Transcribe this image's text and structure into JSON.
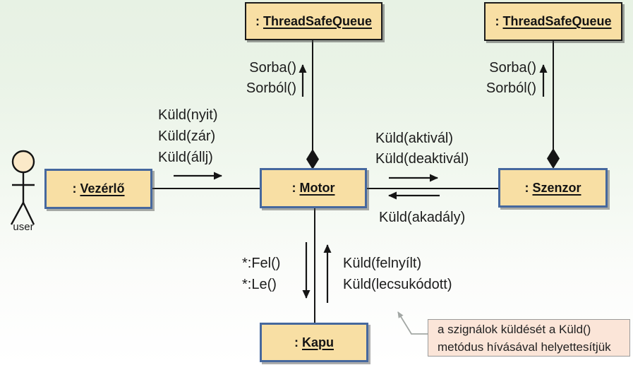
{
  "nodes": {
    "tsq1": {
      "prefix": ": ",
      "name": "ThreadSafeQueue"
    },
    "tsq2": {
      "prefix": ": ",
      "name": "ThreadSafeQueue"
    },
    "vezerlo": {
      "prefix": ": ",
      "name": "Vezérlő"
    },
    "motor": {
      "prefix": ": ",
      "name": "Motor"
    },
    "szenzor": {
      "prefix": ": ",
      "name": "Szenzor"
    },
    "kapu": {
      "prefix": ": ",
      "name": "Kapu"
    }
  },
  "actor": {
    "label": "user"
  },
  "messages": {
    "queue_left": {
      "line1": "Sorba()",
      "line2": "Sorból()"
    },
    "queue_right": {
      "line1": "Sorba()",
      "line2": "Sorból()"
    },
    "vezerlo_to_motor": {
      "line1": "Küld(nyit)",
      "line2": "Küld(zár)",
      "line3": "Küld(állj)"
    },
    "motor_to_szenzor": {
      "line1": "Küld(aktivál)",
      "line2": "Küld(deaktivál)"
    },
    "szenzor_to_motor": {
      "line1": "Küld(akadály)"
    },
    "motor_to_kapu": {
      "line1": "*:Fel()",
      "line2": "*:Le()"
    },
    "kapu_to_motor": {
      "line1": "Küld(felnyílt)",
      "line2": "Küld(lecsukódott)"
    }
  },
  "note": {
    "line1": "a szignálok küldését a Küld()",
    "line2": "metódus hívásával helyettesítjük"
  },
  "colors": {
    "background_top": "#e7f2e4",
    "background_bottom": "#ffffff",
    "box_fill": "#f8dfa4",
    "box_border_dark": "#1b1b1b",
    "box_border_blue": "#46689e",
    "note_fill": "#fbe5d8",
    "note_border": "#9b9b9b",
    "line": "#151515",
    "actor_head_fill": "#fbe9c8"
  }
}
